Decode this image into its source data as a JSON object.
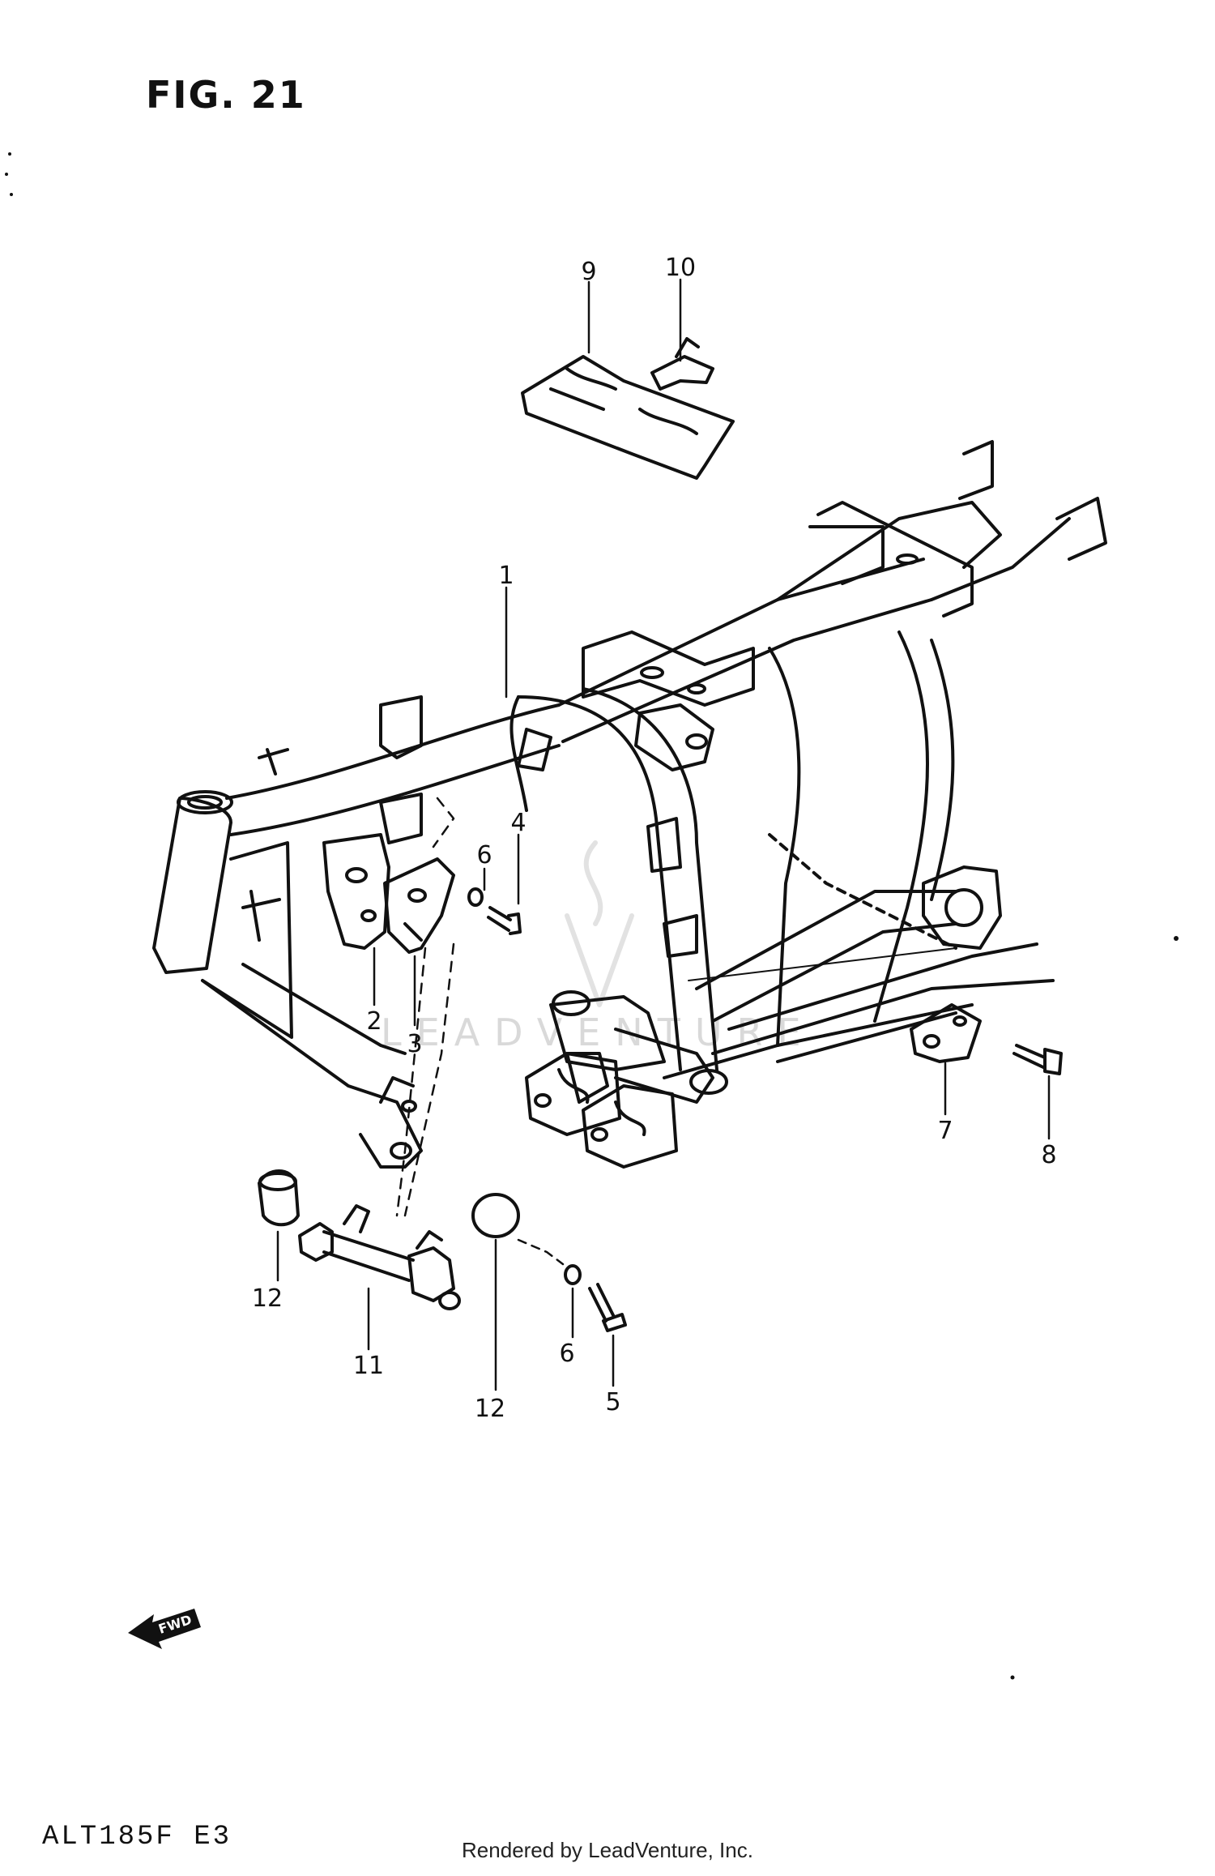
{
  "figure": {
    "title": "FIG. 21",
    "model_code": "ALT185F E3",
    "footer": "Rendered by LeadVenture, Inc.",
    "watermark": "LEADVENTURE",
    "fwd_label": "FWD"
  },
  "callouts": [
    {
      "id": "c9",
      "label": "9"
    },
    {
      "id": "c10",
      "label": "10"
    },
    {
      "id": "c1",
      "label": "1"
    },
    {
      "id": "c6a",
      "label": "6"
    },
    {
      "id": "c4",
      "label": "4"
    },
    {
      "id": "c2",
      "label": "2"
    },
    {
      "id": "c3",
      "label": "3"
    },
    {
      "id": "c7",
      "label": "7"
    },
    {
      "id": "c8",
      "label": "8"
    },
    {
      "id": "c12a",
      "label": "12"
    },
    {
      "id": "c11",
      "label": "11"
    },
    {
      "id": "c12b",
      "label": "12"
    },
    {
      "id": "c6b",
      "label": "6"
    },
    {
      "id": "c5",
      "label": "5"
    }
  ]
}
